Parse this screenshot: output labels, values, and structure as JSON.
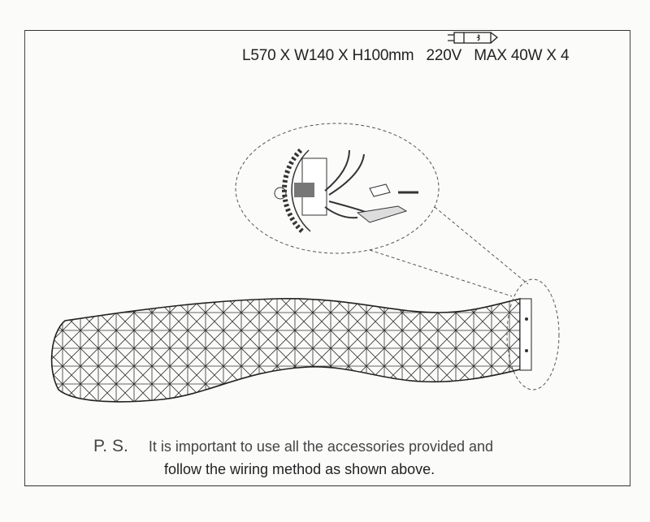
{
  "specs": {
    "dimensions": "L570 X W140 X H100mm",
    "voltage": "220V",
    "wattage": "MAX 40W X 4",
    "bulb_icon": "g9-bulb-icon"
  },
  "note": {
    "label": "P. S.",
    "line1": "It is important to use all the accessories provided and",
    "line2": "follow the wiring method as shown above."
  }
}
